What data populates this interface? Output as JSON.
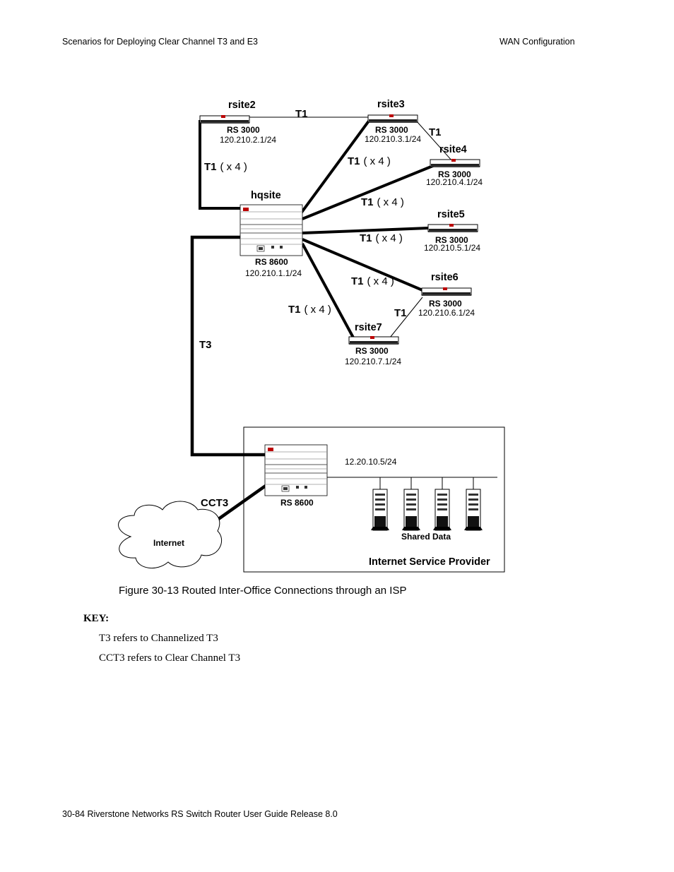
{
  "header": {
    "left": "Scenarios for Deploying Clear Channel T3 and E3",
    "right": "WAN Configuration"
  },
  "diagram": {
    "sites": {
      "rsite2": {
        "name": "rsite2",
        "model": "RS 3000",
        "ip": "120.210.2.1/24"
      },
      "rsite3": {
        "name": "rsite3",
        "model": "RS 3000",
        "ip": "120.210.3.1/24"
      },
      "rsite4": {
        "name": "rsite4",
        "model": "RS 3000",
        "ip": "120.210.4.1/24"
      },
      "rsite5": {
        "name": "rsite5",
        "model": "RS 3000",
        "ip": "120.210.5.1/24"
      },
      "rsite6": {
        "name": "rsite6",
        "model": "RS 3000",
        "ip": "120.210.6.1/24"
      },
      "rsite7": {
        "name": "rsite7",
        "model": "RS 3000",
        "ip": "120.210.7.1/24"
      },
      "hqsite": {
        "name": "hqsite",
        "model": "RS 8600",
        "ip": "120.210.1.1/24"
      }
    },
    "links": {
      "t1": "T1",
      "x4": "( x 4 )",
      "t3": "T3",
      "cct3": "CCT3"
    },
    "isp": {
      "title": "Internet Service Provider",
      "router_model": "RS 8600",
      "lan_ip": "12.20.10.5/24",
      "servers_label": "Shared Data"
    },
    "internet_label": "Internet"
  },
  "caption": "Figure 30-13   Routed Inter-Office Connections through an ISP",
  "key": {
    "title": "KEY:",
    "items": [
      "T3 refers to Channelized T3",
      "CCT3 refers to Clear Channel T3"
    ]
  },
  "footer": "30-84   Riverstone Networks RS Switch Router User Guide   Release 8.0"
}
